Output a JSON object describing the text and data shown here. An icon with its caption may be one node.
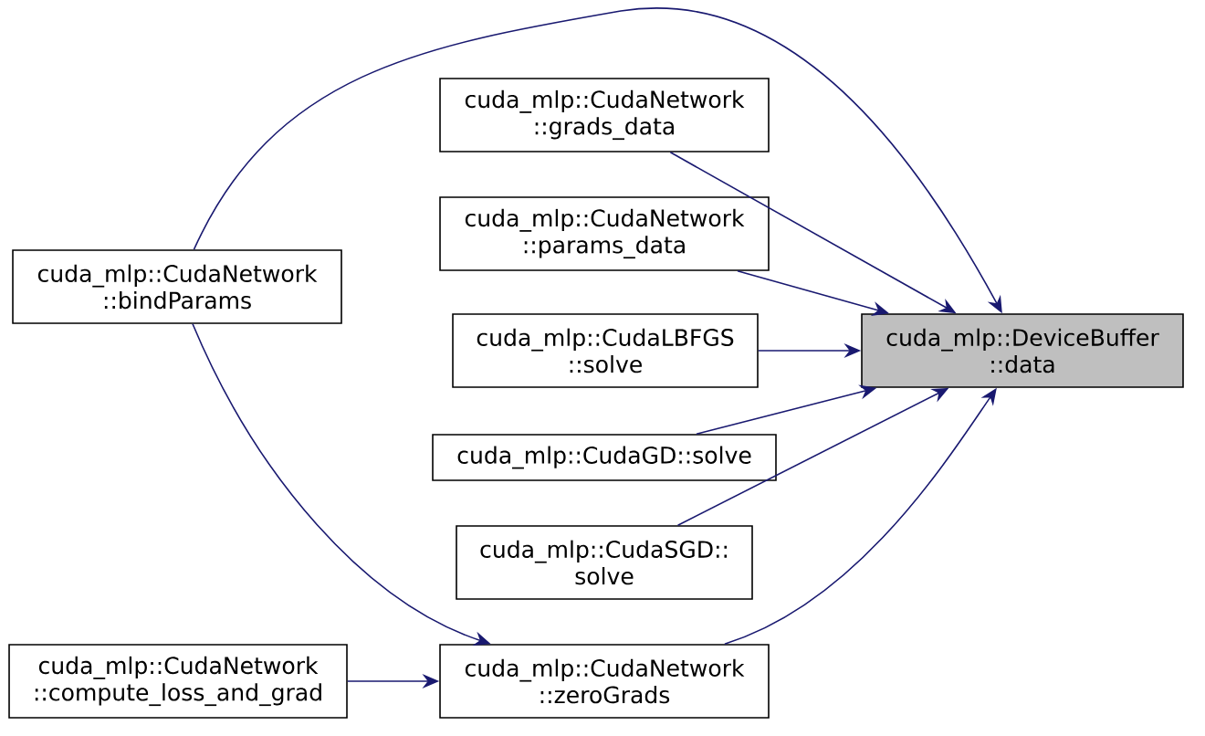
{
  "diagram": {
    "nodes": [
      {
        "text": [
          "cuda_mlp::DeviceBuffer ::data"
        ]
      },
      {
        "text": [
          "cuda_mlp::CudaNetwork ::grads_data"
        ]
      },
      {
        "text": [
          "cuda_mlp::CudaNetwork ::params_data"
        ]
      },
      {
        "text": [
          "cuda_mlp::CudaLBFGS ::solve"
        ]
      },
      {
        "text": [
          "cuda_mlp::CudaGD::solve"
        ]
      },
      {
        "text": [
          "cuda_mlp::CudaSGD:: solve"
        ]
      },
      {
        "text": [
          "cuda_mlp::CudaNetwork ::bindParams"
        ]
      },
      {
        "text": [
          "cuda_mlp::CudaNetwork ::compute_loss_and_grad"
        ]
      },
      {
        "text": [
          "cuda_mlp::CudaNetwork ::zeroGrads"
        ]
      }
    ],
    "edges": [
      {
        "from": 6,
        "to": 0,
        "arrow": "to"
      },
      {
        "from": 1,
        "to": 0,
        "arrow": "to"
      },
      {
        "from": 2,
        "to": 0,
        "arrow": "to"
      },
      {
        "from": 3,
        "to": 0,
        "arrow": "to"
      },
      {
        "from": 4,
        "to": 0,
        "arrow": "to"
      },
      {
        "from": 5,
        "to": 0,
        "arrow": "to"
      },
      {
        "from": 8,
        "to": 0,
        "arrow": "to"
      },
      {
        "from": 6,
        "to": 8,
        "arrow": "to"
      },
      {
        "from": 7,
        "to": 8,
        "arrow": "to"
      }
    ]
  }
}
